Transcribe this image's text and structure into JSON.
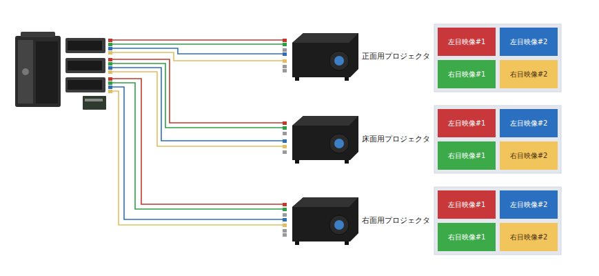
{
  "diagram": {
    "nodes": [
      {
        "text": [
          "正面用プロジェクタ"
        ]
      },
      {
        "text": [
          "左目映像#1"
        ]
      },
      {
        "text": [
          "左目映像#2"
        ]
      },
      {
        "text": [
          "右目映像#1"
        ]
      },
      {
        "text": [
          "右目映像#2"
        ]
      },
      {
        "text": [
          "床面用プロジェクタ"
        ]
      },
      {
        "text": [
          "左目映像#1"
        ]
      },
      {
        "text": [
          "左目映像#2"
        ]
      },
      {
        "text": [
          "右目映像#1"
        ]
      },
      {
        "text": [
          "右目映像#2"
        ]
      },
      {
        "text": [
          "右面用プロジェクタ"
        ]
      },
      {
        "text": [
          "左目映像#1"
        ]
      },
      {
        "text": [
          "左目映像#2"
        ]
      },
      {
        "text": [
          "右目映像#1"
        ]
      },
      {
        "text": [
          "右目映像#2"
        ]
      }
    ]
  }
}
